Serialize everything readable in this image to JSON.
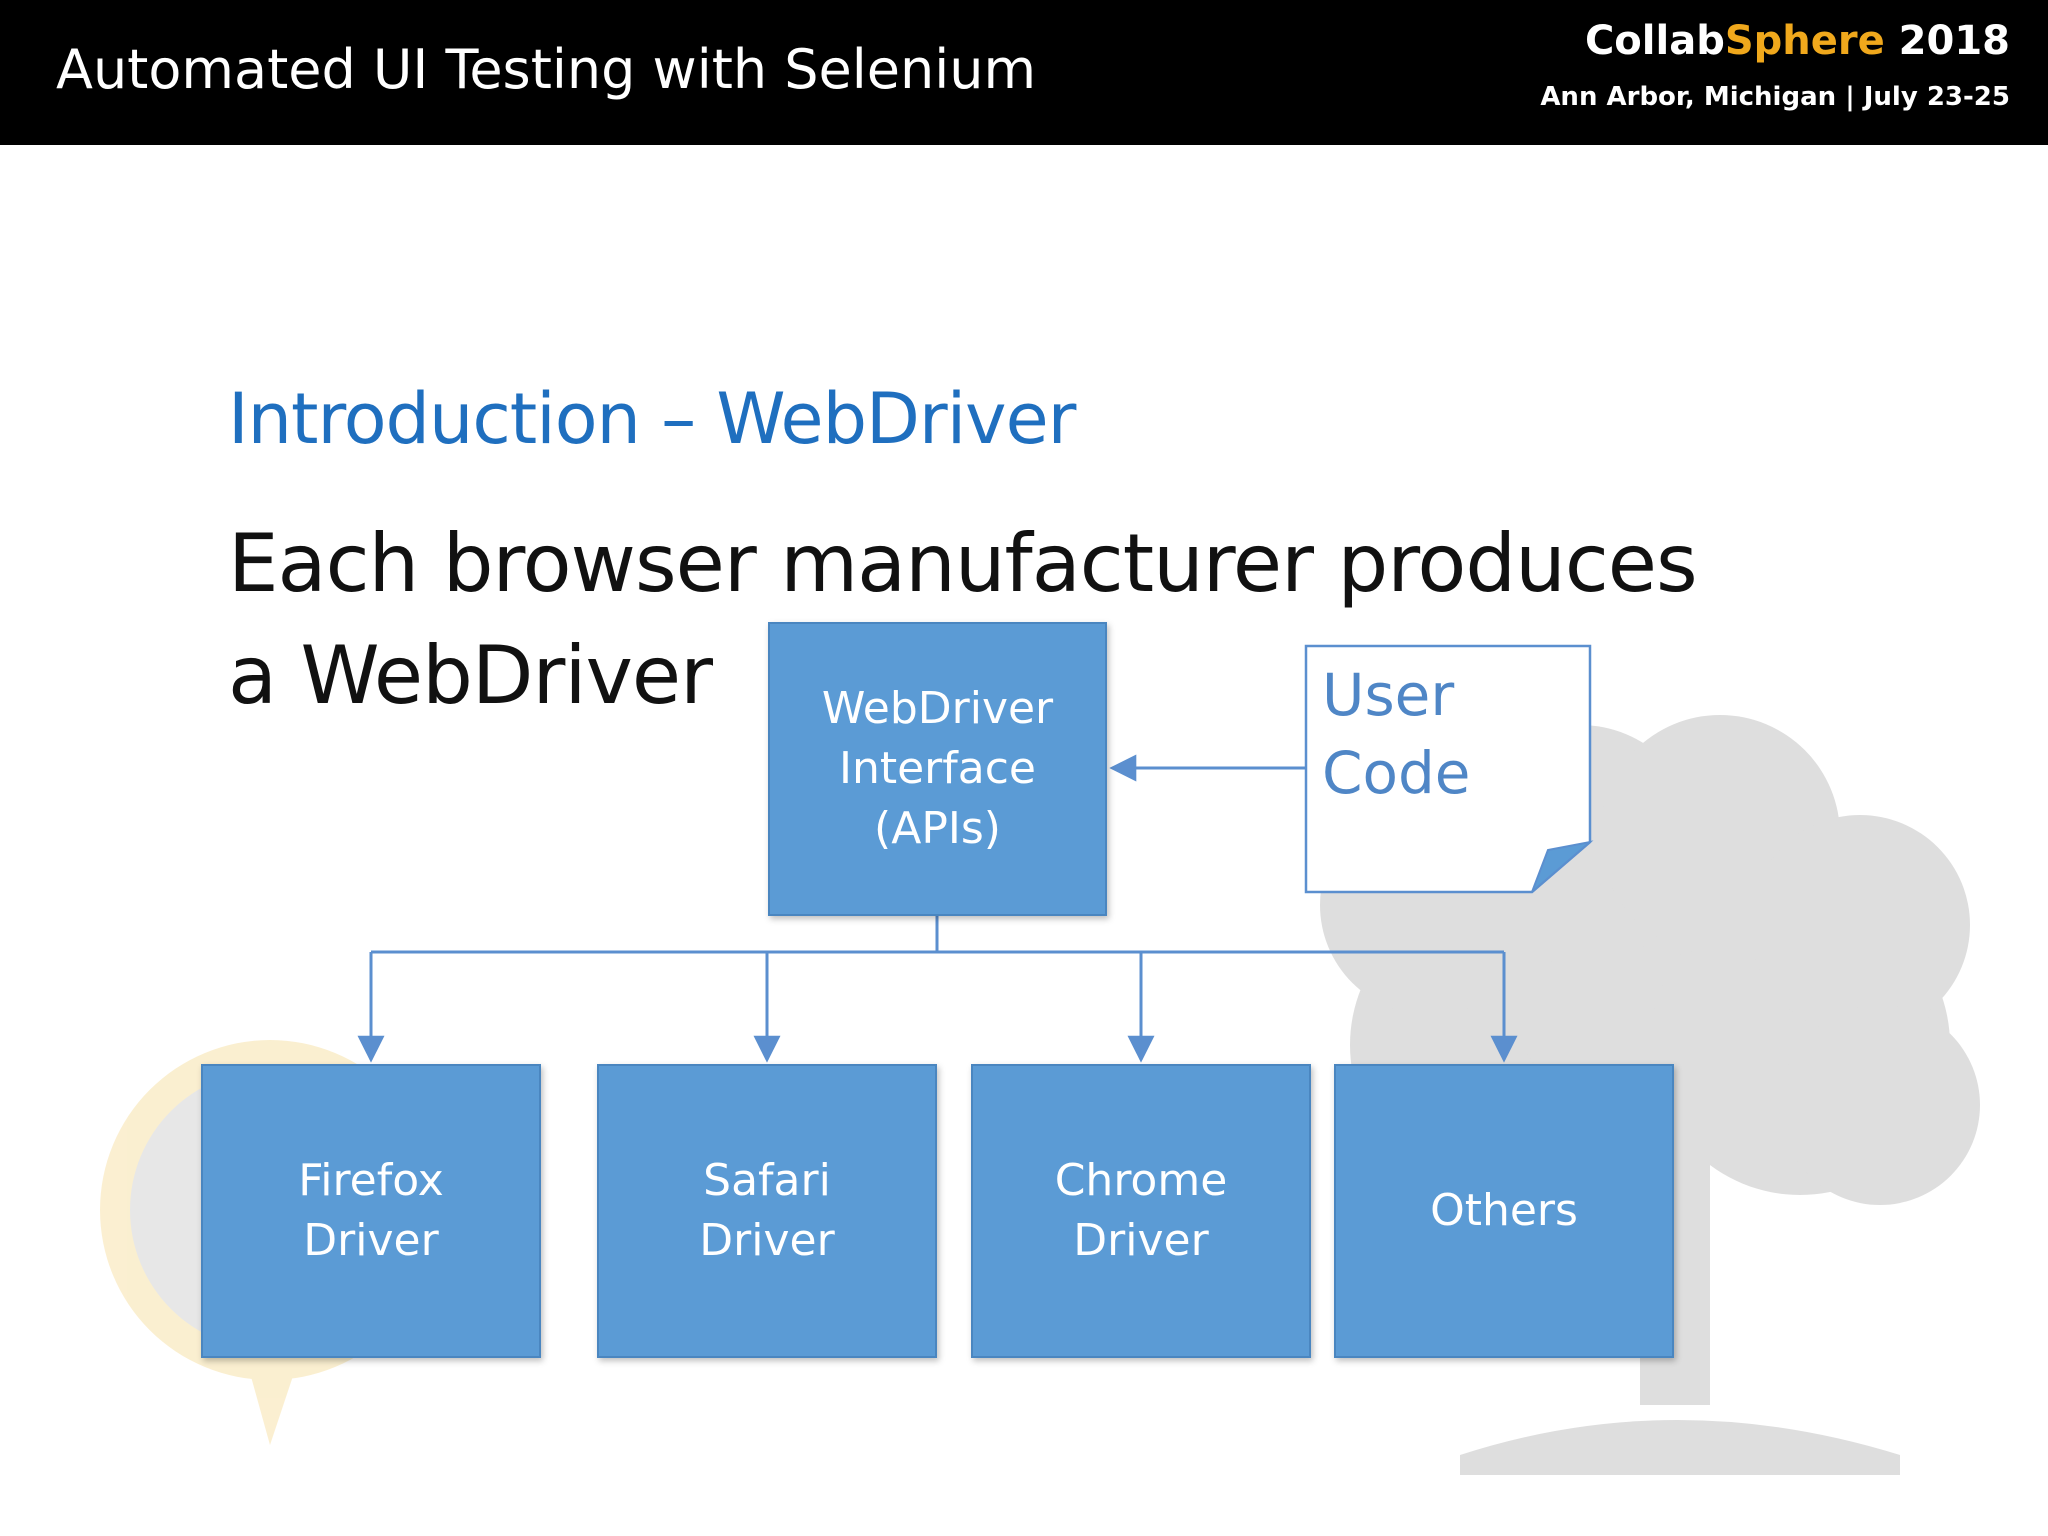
{
  "header": {
    "title": "Automated UI Testing with Selenium",
    "brand": {
      "collab": "Collab",
      "sphere": "Sphere",
      "year": "2018",
      "subtitle": "Ann Arbor, Michigan | July 23-25"
    }
  },
  "slide": {
    "title": "Introduction – WebDriver",
    "body_lines": [
      "Each browser manufacturer produces",
      "a WebDriver"
    ]
  },
  "diagram": {
    "interface_lines": [
      "WebDriver",
      "Interface",
      "(APIs)"
    ],
    "user_code_lines": [
      "User",
      "Code"
    ],
    "drivers": {
      "firefox": [
        "Firefox",
        "Driver"
      ],
      "safari": [
        "Safari",
        "Driver"
      ],
      "chrome": [
        "Chrome",
        "Driver"
      ],
      "others": [
        "Others"
      ]
    }
  },
  "colors": {
    "box_fill": "#5b9bd5",
    "connector": "#5b8fcf",
    "title_blue": "#1f6fbf",
    "brand_orange": "#f0a81c"
  }
}
